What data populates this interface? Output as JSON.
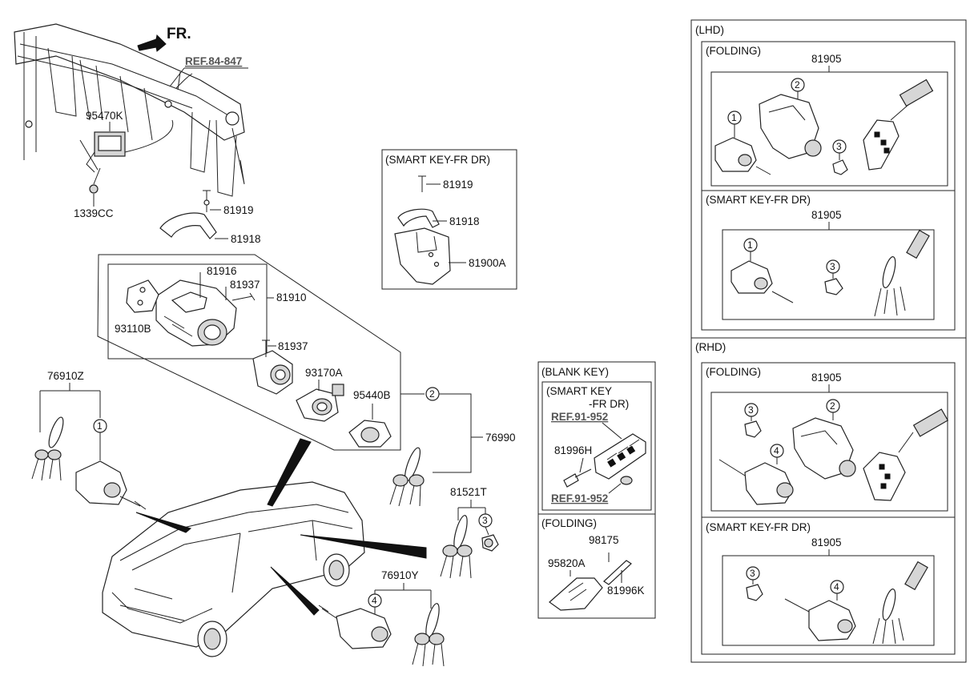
{
  "direction": "FR.",
  "refs": {
    "r1": "REF.84-847",
    "r2": "REF.91-952",
    "r3": "REF.91-952"
  },
  "labels": {
    "p95470K": "95470K",
    "p1339CC": "1339CC",
    "p81919": "81919",
    "p81918": "81918",
    "p81916": "81916",
    "p81937a": "81937",
    "p81910": "81910",
    "p93110B": "93110B",
    "p81937b": "81937",
    "p93170A": "93170A",
    "p95440B": "95440B",
    "p76990": "76990",
    "p76910Z": "76910Z",
    "p81521T": "81521T",
    "p76910Y": "76910Y",
    "sk81919": "81919",
    "sk81918": "81918",
    "sk81900A": "81900A",
    "p81996H": "81996H",
    "p98175": "98175",
    "p95820A": "95820A",
    "p81996K": "81996K",
    "k1": "81905",
    "k2": "81905",
    "k3": "81905",
    "k4": "81905"
  },
  "boxes": {
    "smartkey_fr_dr": "(SMART KEY-FR DR)",
    "blank_key": "(BLANK KEY)",
    "smart_key_line1": "(SMART KEY",
    "smart_key_line2": "-FR DR)",
    "folding": "(FOLDING)",
    "lhd": "(LHD)",
    "lhd_folding": "(FOLDING)",
    "lhd_smart": "(SMART KEY-FR DR)",
    "rhd": "(RHD)",
    "rhd_folding": "(FOLDING)",
    "rhd_smart": "(SMART KEY-FR DR)"
  },
  "callouts": {
    "c1": "1",
    "c2": "2",
    "c3": "3",
    "c4": "4",
    "l1": "1",
    "l2": "2",
    "l3": "3",
    "l4": "1",
    "l5": "3",
    "r1": "3",
    "r2": "2",
    "r3": "4",
    "r4": "3",
    "r5": "4"
  }
}
